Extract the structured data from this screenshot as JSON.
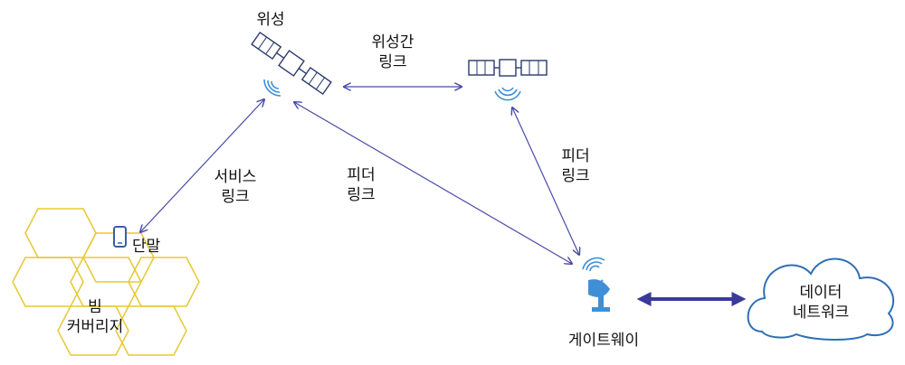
{
  "labels": {
    "satellite": "위성",
    "isl_line1": "위성간",
    "isl_line2": "링크",
    "service_line1": "서비스",
    "service_line2": "링크",
    "feeder_left_line1": "피더",
    "feeder_left_line2": "링크",
    "feeder_right_line1": "피더",
    "feeder_right_line2": "링크",
    "terminal": "단말",
    "beam_line1": "빔",
    "beam_line2": "커버리지",
    "gateway": "게이트웨이",
    "network_line1": "데이터",
    "network_line2": "네트워크"
  },
  "colors": {
    "link_line": "#4a4aa8",
    "thick_link": "#3a3a9a",
    "beam_hex": "#e8c833",
    "icon_blue": "#3a5ea8",
    "icon_light_blue": "#3f8fd6",
    "cloud_stroke": "#2f6fb4"
  },
  "icons": {
    "satellite": "satellite-icon",
    "terminal": "smartphone-icon",
    "gateway": "satellite-dish-icon",
    "network": "cloud-icon"
  }
}
